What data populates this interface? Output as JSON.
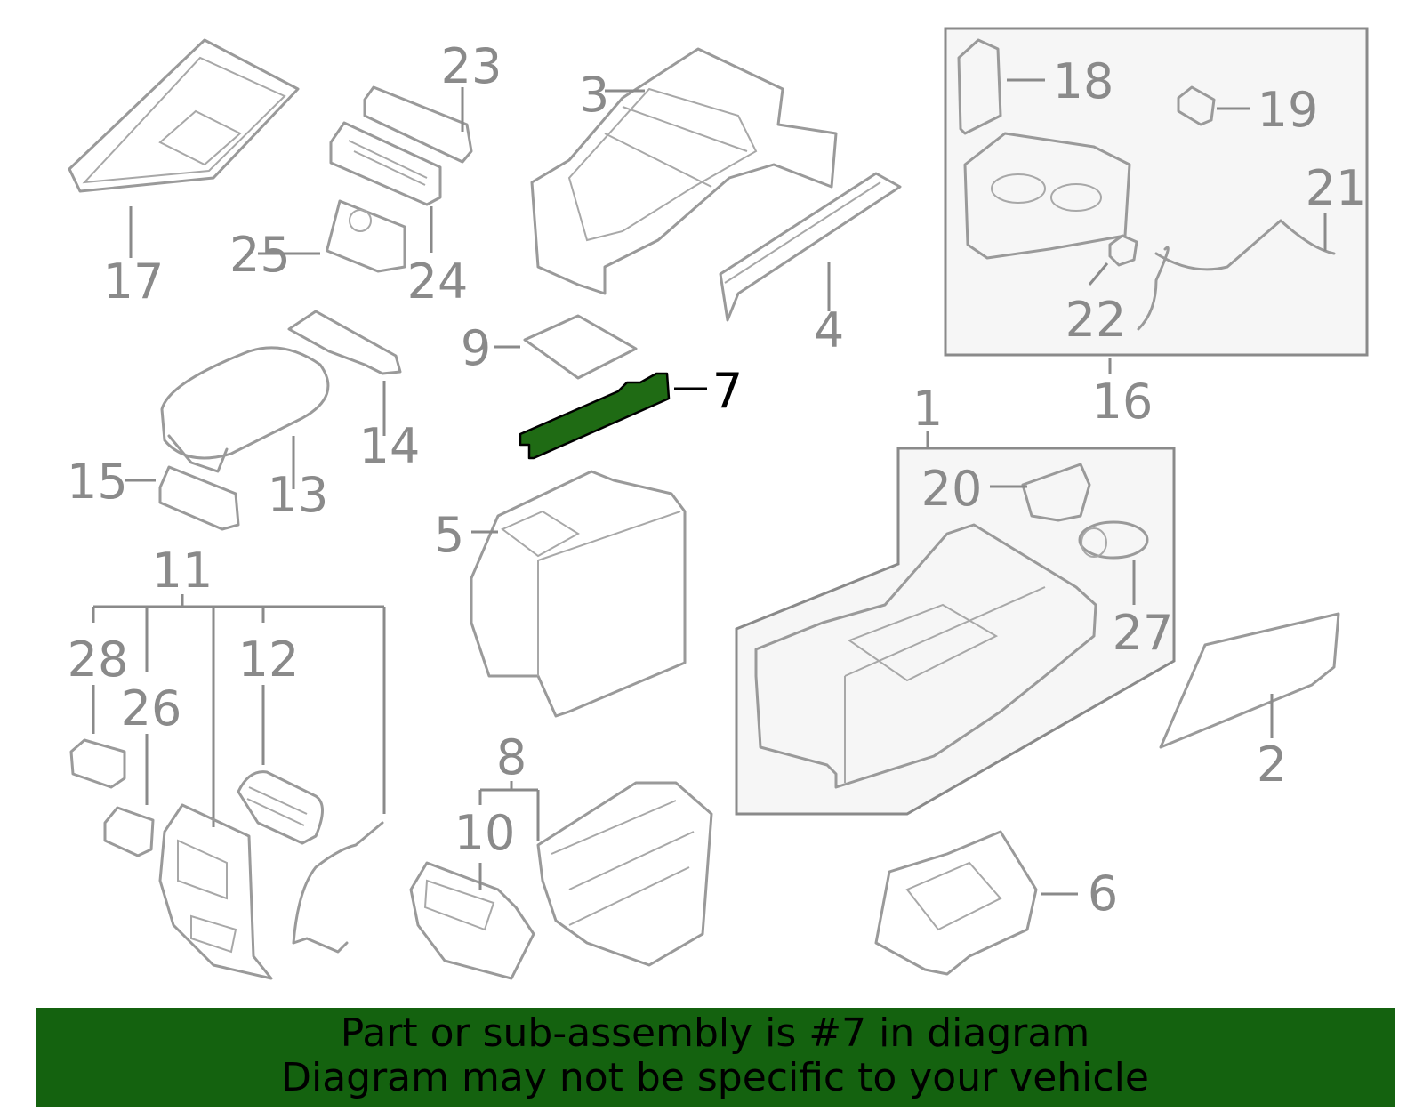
{
  "diagram": {
    "highlight_color": "#1f6b14",
    "line_color": "#9a9a9a",
    "callouts": {
      "c1": "1",
      "c2": "2",
      "c3": "3",
      "c4": "4",
      "c5": "5",
      "c6": "6",
      "c7": "7",
      "c8": "8",
      "c9": "9",
      "c10": "10",
      "c11": "11",
      "c12": "12",
      "c13": "13",
      "c14": "14",
      "c15": "15",
      "c16": "16",
      "c17": "17",
      "c18": "18",
      "c19": "19",
      "c20": "20",
      "c21": "21",
      "c22": "22",
      "c23": "23",
      "c24": "24",
      "c25": "25",
      "c26": "26",
      "c27": "27",
      "c28": "28"
    }
  },
  "banner": {
    "line1": "Part or sub-assembly is #7 in diagram",
    "line2": "Diagram may not be specific to your vehicle",
    "background": "#14620f"
  }
}
